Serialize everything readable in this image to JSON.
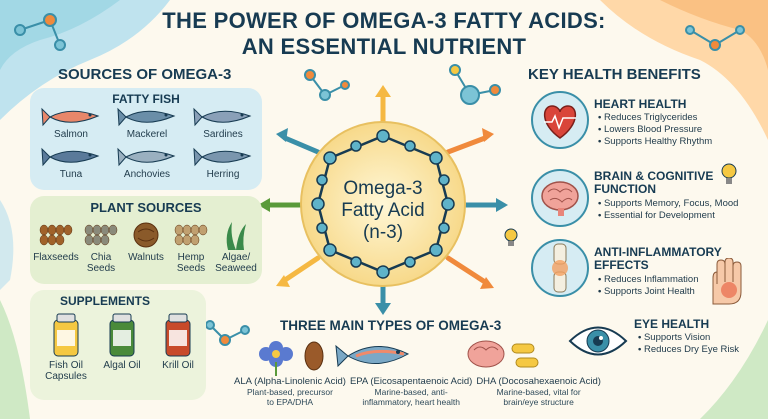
{
  "title_line1": "THE POWER OF OMEGA-3 FATTY ACIDS:",
  "title_line2": "AN ESSENTIAL NUTRIENT",
  "sources": {
    "heading": "SOURCES OF OMEGA-3",
    "fatty_fish": {
      "heading": "FATTY FISH",
      "items": [
        "Salmon",
        "Mackerel",
        "Sardines",
        "Tuna",
        "Anchovies",
        "Herring"
      ]
    },
    "plant": {
      "heading": "PLANT SOURCES",
      "items": [
        "Flaxseeds",
        "Chia\nSeeds",
        "Walnuts",
        "Hemp\nSeeds",
        "Algae/\nSeaweed"
      ]
    },
    "supplements": {
      "heading": "SUPPLEMENTS",
      "items": [
        "Fish Oil\nCapsules",
        "Algal Oil",
        "Krill Oil"
      ]
    }
  },
  "center": {
    "line1": "Omega-3",
    "line2": "Fatty Acid",
    "line3": "(n-3)"
  },
  "benefits": {
    "heading": "KEY HEALTH BENEFITS",
    "items": [
      {
        "title": "HEART HEALTH",
        "points": [
          "Reduces Triglycerides",
          "Lowers Blood Pressure",
          "Supports Healthy Rhythm"
        ]
      },
      {
        "title": "BRAIN & COGNITIVE\nFUNCTION",
        "points": [
          "Supports Memory, Focus, Mood",
          "Essential for Development"
        ]
      },
      {
        "title": "ANTI-INFLAMMATORY\nEFFECTS",
        "points": [
          "Reduces Inflammation",
          "Supports Joint Health"
        ]
      },
      {
        "title": "EYE HEALTH",
        "points": [
          "Supports Vision",
          "Reduces Dry Eye Risk"
        ]
      }
    ]
  },
  "types": {
    "heading": "THREE MAIN TYPES OF OMEGA-3",
    "items": [
      {
        "name": "ALA (Alpha-Linolenic Acid)",
        "desc": "Plant-based, precursor\nto EPA/DHA"
      },
      {
        "name": "EPA (Eicosapentaenoic Acid)",
        "desc": "Marine-based, anti-\ninflammatory, heart health"
      },
      {
        "name": "DHA (Docosahexaenoic Acid)",
        "desc": "Marine-based, vital for\nbrain/eye structure"
      }
    ]
  },
  "colors": {
    "navy": "#173b52",
    "teal": "#3a8fa8",
    "orange": "#f08a3c",
    "green": "#5a9a3a",
    "yellow": "#f5c842"
  }
}
